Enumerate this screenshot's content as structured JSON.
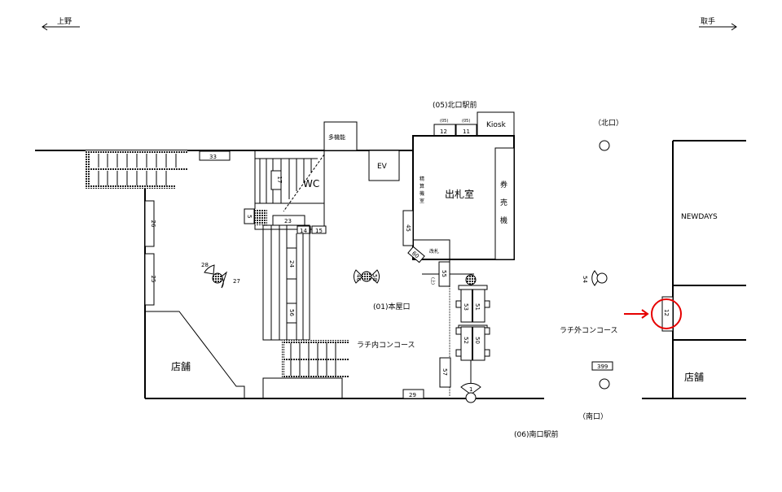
{
  "directions": {
    "left": "上野",
    "right": "取手"
  },
  "exits": {
    "north_station_front": "(05)北口駅前",
    "north": "（北口）",
    "south": "（南口）",
    "south_station_front": "(06)南口駅前",
    "main": "(01)本屋口"
  },
  "rooms": {
    "multipurpose_toilet": "多機能",
    "elevator": "EV",
    "wc": "WC",
    "ticket_office": "出札室",
    "kiosk": "Kiosk",
    "fare_adjust": [
      "精",
      "算",
      "機",
      "室"
    ],
    "ticket_machine": [
      "券",
      "売",
      "機"
    ],
    "gate": "改札",
    "shop_left": "店舗",
    "newdays": "NEWDAYS",
    "shop_right": "店舗",
    "inside_concourse": "ラチ内コンコース",
    "outside_concourse": "ラチ外コンコース",
    "up_label": "(上)"
  },
  "markers": {
    "m12_top": "12",
    "m11_top": "11",
    "m05a": "(05)",
    "m05b": "(05)",
    "m33": "33",
    "m26": "26",
    "m25": "25",
    "m28": "28",
    "m27": "27",
    "m17": "17",
    "m5": "5",
    "m23": "23",
    "m14": "14",
    "m15": "15",
    "m24": "24",
    "m56": "56",
    "m45": "45",
    "m60": "60",
    "m55": "55",
    "m46": "46",
    "m58": "58",
    "m53": "53",
    "m51": "51",
    "m52": "52",
    "m50": "50",
    "m57": "57",
    "m29": "29",
    "m1": "1",
    "m54": "54",
    "m12_right": "12",
    "m399": "399"
  },
  "highlight_color": "#e60000"
}
